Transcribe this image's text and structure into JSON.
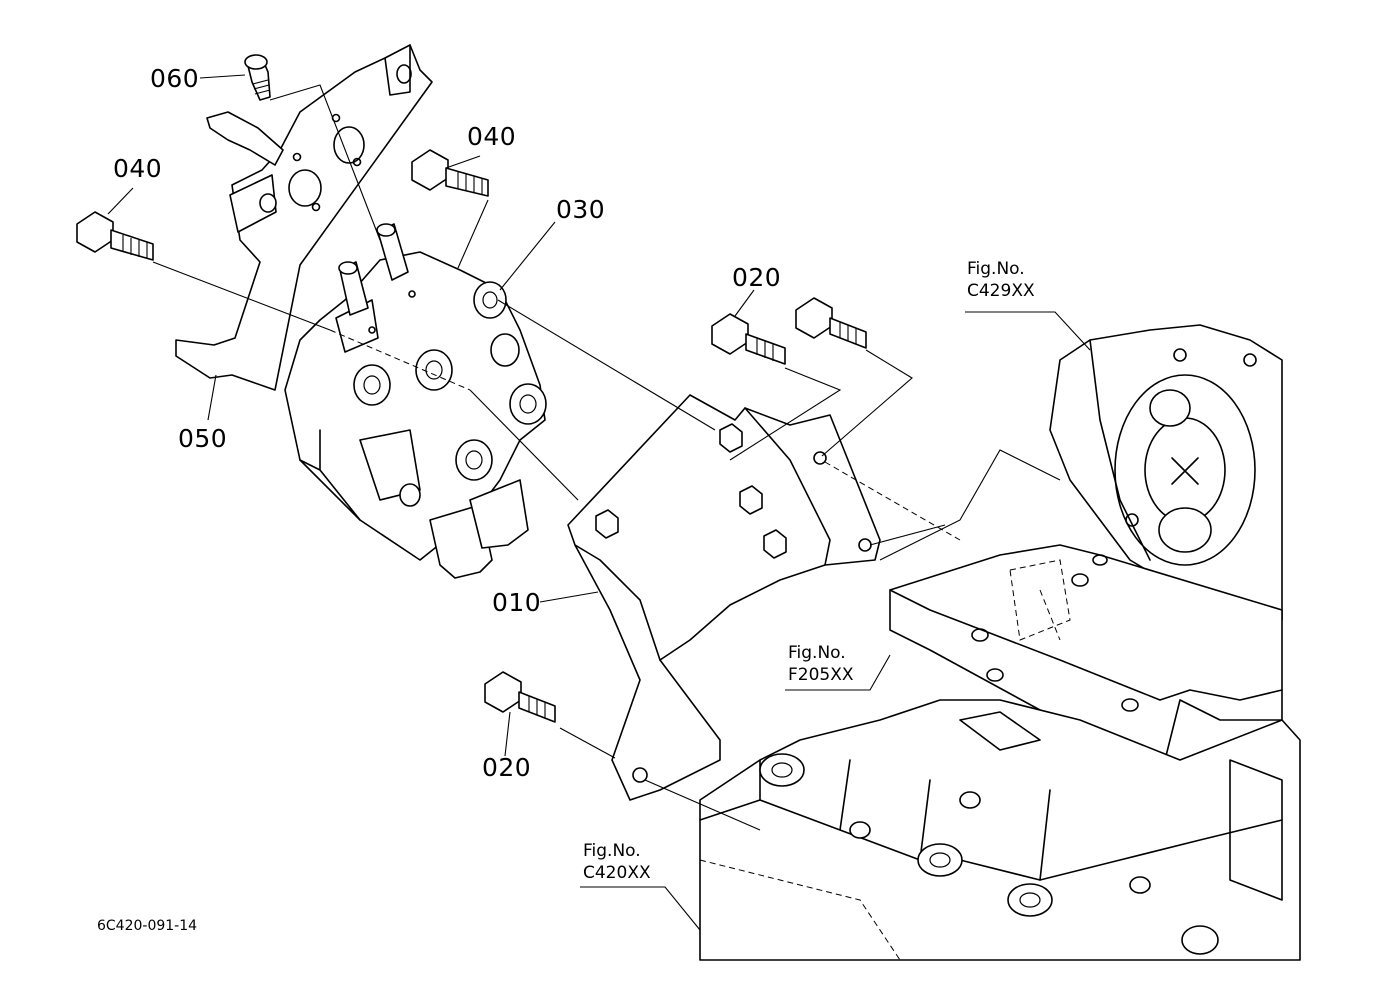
{
  "callouts": {
    "p060": "060",
    "p040_top": "040",
    "p040_left": "040",
    "p030": "030",
    "p020_upper": "020",
    "p050": "050",
    "p010": "010",
    "p020_lower": "020"
  },
  "figure_refs": {
    "c429": {
      "line1": "Fig.No.",
      "line2": "C429XX"
    },
    "f205": {
      "line1": "Fig.No.",
      "line2": "F205XX"
    },
    "c420": {
      "line1": "Fig.No.",
      "line2": "C420XX"
    }
  },
  "drawing_code": "6C420-091-14"
}
